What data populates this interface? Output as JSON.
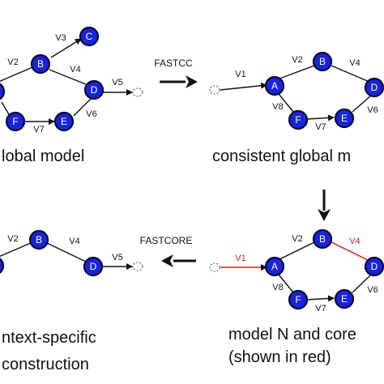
{
  "panels": {
    "top_left": {
      "caption": "lobal model",
      "nodes": {
        "B": "B",
        "C": "C",
        "D": "D",
        "E": "E",
        "F": "F"
      },
      "edges": {
        "v2": "V2",
        "v3": "V3",
        "v4": "V4",
        "v5": "V5",
        "v6": "V6",
        "v7": "V7"
      }
    },
    "top_right": {
      "caption": "consistent global m",
      "nodes": {
        "A": "A",
        "B": "B",
        "D": "D",
        "E": "E",
        "F": "F"
      },
      "edges": {
        "v1": "V1",
        "v2": "V2",
        "v4": "V4",
        "v6": "V6",
        "v7": "V7",
        "v8": "V8"
      }
    },
    "bottom_right": {
      "caption_line1": "model N and core",
      "caption_line2": "(shown in red)",
      "nodes": {
        "A": "A",
        "B": "B",
        "D": "D",
        "E": "E",
        "F": "F"
      },
      "edges": {
        "v1": "V1",
        "v2": "V2",
        "v4": "V4",
        "v6": "V6",
        "v7": "V7",
        "v8": "V8"
      }
    },
    "bottom_left": {
      "caption_line1": "ntext-specific",
      "caption_line2": "construction",
      "nodes": {
        "B": "B",
        "D": "D"
      },
      "edges": {
        "v2": "V2",
        "v4": "V4",
        "v5": "V5"
      }
    }
  },
  "steps": {
    "fastcc": "FASTCC",
    "fastcore": "FASTCORE"
  },
  "colors": {
    "node_fill": "#1a24d8",
    "core_red": "#d11a1a"
  }
}
